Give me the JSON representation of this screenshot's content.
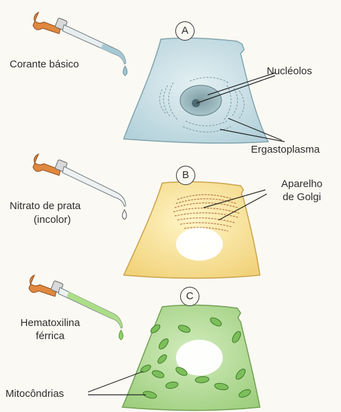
{
  "panels": [
    {
      "badge": "A",
      "stain_label": "Corante básico",
      "annotations": {
        "nucleoli": "Nucléolos",
        "ergastoplasm": "Ergastoplasma"
      },
      "colors": {
        "cell_fill": "#cfe4ea",
        "cell_edge": "#7fa3ad",
        "nucleus": "#6f8f96",
        "drop": "#9cc4d1",
        "pipette_tip": "#c8dde4"
      }
    },
    {
      "badge": "B",
      "stain_label_line1": "Nitrato de prata",
      "stain_label_line2": "(incolor)",
      "annotations": {
        "golgi_line1": "Aparelho",
        "golgi_line2": "de Golgi"
      },
      "colors": {
        "cell_fill": "#f6e39a",
        "cell_edge": "#caa24a",
        "golgi": "#b06a3c",
        "drop": "#ffffff",
        "pipette_tip": "#ffffff"
      }
    },
    {
      "badge": "C",
      "stain_label_line1": "Hematoxilina",
      "stain_label_line2": "férrica",
      "annotations": {
        "mitochondria": "Mitocôndrias"
      },
      "colors": {
        "cell_fill": "#b9dd9c",
        "cell_edge": "#6fa052",
        "mitochondria": "#7cbf5a",
        "drop": "#8fd069",
        "pipette_tip": "#a8dc82"
      }
    }
  ],
  "icons": [
    "dropper-icon",
    "dropper-icon",
    "dropper-icon"
  ]
}
